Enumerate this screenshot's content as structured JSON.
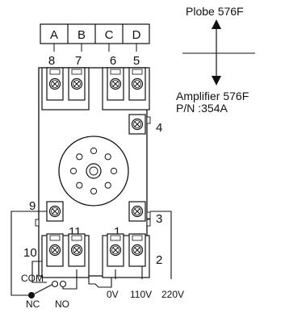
{
  "header_cells": [
    "A",
    "B",
    "C",
    "D"
  ],
  "header_pins": [
    "8",
    "7",
    "6",
    "5"
  ],
  "terminal_labels": {
    "t4": "4",
    "t9": "9",
    "t11": "11",
    "t1": "1",
    "t3": "3",
    "t10": "10",
    "t2": "2"
  },
  "wiring_labels": {
    "com": "COM",
    "nc": "NC",
    "no": "NO",
    "v0": "0V",
    "v110": "110V",
    "v220": "220V"
  },
  "legend": {
    "top": "Plobe 576F",
    "bottom_line1": "Amplifier 576F",
    "bottom_line2": "P/N :354A"
  }
}
